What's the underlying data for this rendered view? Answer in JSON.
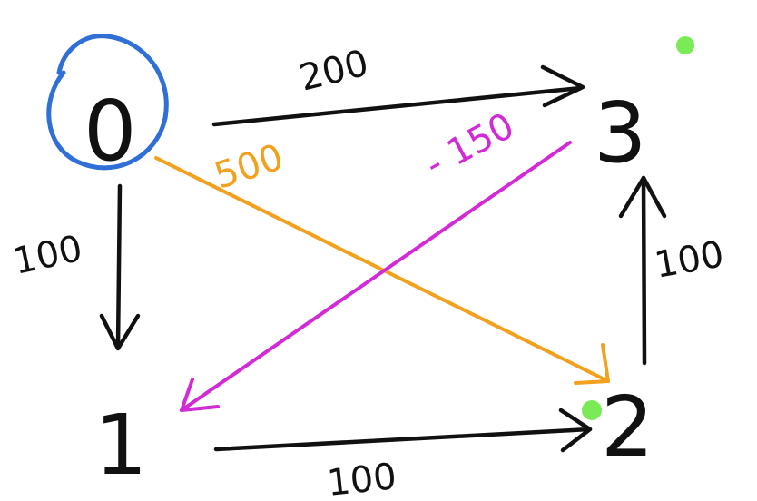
{
  "colors": {
    "ink": "#111111",
    "source_circle": "#2f6fd6",
    "orange": "#f2a11e",
    "magenta": "#d12ad6",
    "highlight_dot": "#7bea57"
  },
  "nodes": {
    "n0": {
      "label": "0"
    },
    "n1": {
      "label": "1"
    },
    "n2": {
      "label": "2"
    },
    "n3": {
      "label": "3"
    }
  },
  "edges": {
    "e03": {
      "from": "0",
      "to": "3",
      "weight": "200",
      "color": "#111111"
    },
    "e01": {
      "from": "0",
      "to": "1",
      "weight": "100",
      "color": "#111111"
    },
    "e02": {
      "from": "0",
      "to": "2",
      "weight": "500",
      "color": "#f2a11e"
    },
    "e31": {
      "from": "3",
      "to": "1",
      "weight": "- 150",
      "color": "#d12ad6"
    },
    "e12": {
      "from": "1",
      "to": "2",
      "weight": "100",
      "color": "#111111"
    },
    "e23": {
      "from": "2",
      "to": "3",
      "weight": "100",
      "color": "#111111"
    }
  },
  "highlighted_nodes": [
    "3",
    "2"
  ],
  "source_node": "0"
}
